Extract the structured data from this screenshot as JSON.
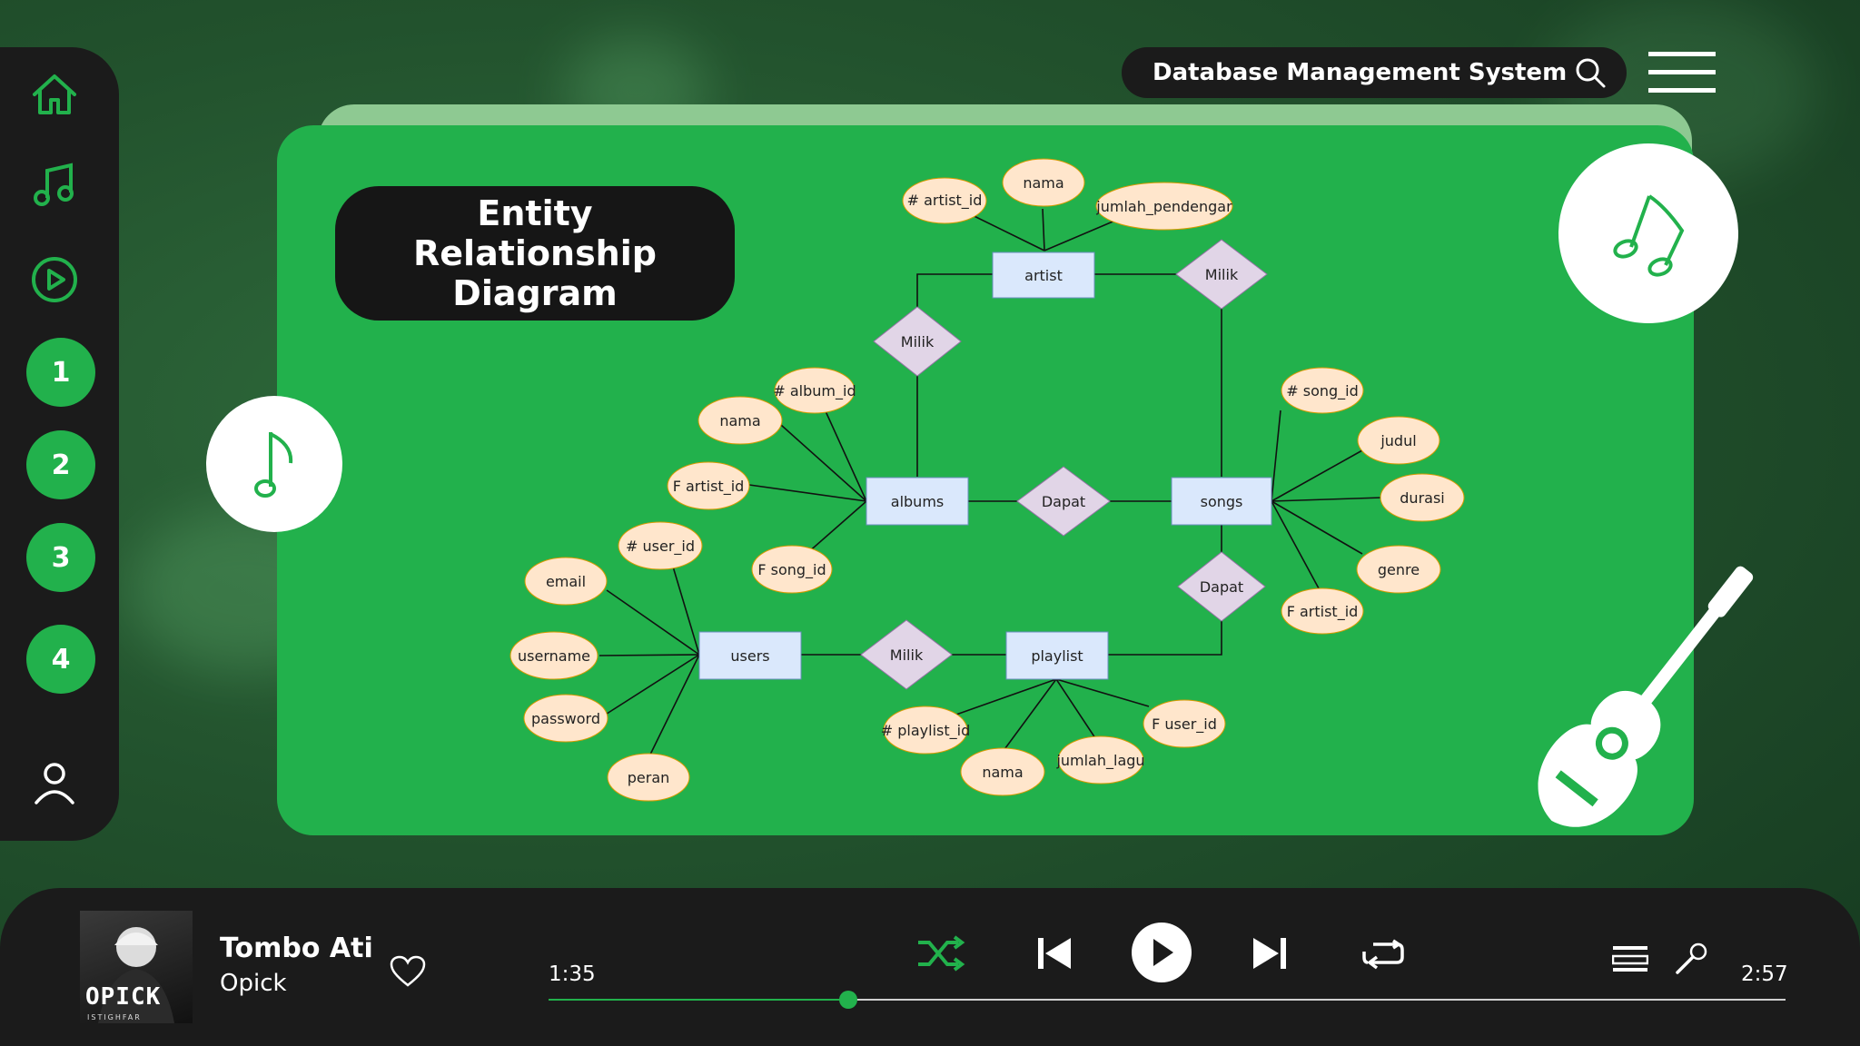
{
  "topbar": {
    "title": "Database Management System"
  },
  "sidebar": {
    "numbers": [
      "1",
      "2",
      "3",
      "4"
    ]
  },
  "card": {
    "title": "Entity Relationship Diagram"
  },
  "erd": {
    "entities": {
      "artist": "artist",
      "albums": "albums",
      "songs": "songs",
      "users": "users",
      "playlist": "playlist"
    },
    "relations": {
      "milik_artist_albums": "Milik",
      "milik_artist_songs": "Milik",
      "dapat_albums_songs": "Dapat",
      "dapat_songs_playlist": "Dapat",
      "milik_users_playlist": "Milik"
    },
    "attributes": {
      "artist_id": "# artist_id",
      "artist_nama": "nama",
      "jumlah_pendengar": "jumlah_pendengar",
      "album_id": "# album_id",
      "album_nama": "nama",
      "album_artist_id": "F artist_id",
      "album_song_id": "F song_id",
      "song_id": "# song_id",
      "judul": "judul",
      "durasi": "durasi",
      "genre": "genre",
      "song_artist_id": "F artist_id",
      "user_id": "# user_id",
      "email": "email",
      "username": "username",
      "password": "password",
      "peran": "peran",
      "playlist_id": "# playlist_id",
      "playlist_nama": "nama",
      "jumlah_lagu": "jumlah_lagu",
      "playlist_user_id": "F user_id"
    }
  },
  "player": {
    "song_title": "Tombo Ati",
    "artist": "Opick",
    "album_art_text": "OPICK",
    "album_art_subtext": "ISTIGHFAR",
    "time_current": "1:35",
    "time_total": "2:57",
    "progress_fraction": 0.242
  },
  "colors": {
    "accent": "#22b14c",
    "dark": "#1b1b1b",
    "entity": "#dae8fc",
    "relation": "#e1d5e7",
    "attribute": "#ffe6cc"
  }
}
